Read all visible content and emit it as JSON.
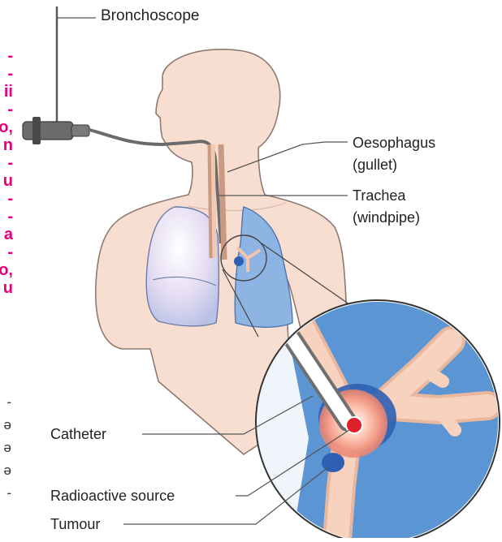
{
  "labels": {
    "bronchoscope": "Bronchoscope",
    "oesophagus": "Oesophagus",
    "gullet": "(gullet)",
    "trachea": "Trachea",
    "windpipe": "(windpipe)",
    "catheter": "Catheter",
    "radioactive_source": "Radioactive source",
    "tumour": "Tumour"
  },
  "side_text": {
    "pink": [
      "-",
      "-",
      "ii",
      "-",
      "o,",
      "n",
      "-",
      "u",
      "-",
      "-",
      "a",
      "-",
      "o,",
      "u"
    ],
    "gray": [
      "-",
      "ə",
      "ə",
      "ə",
      "-"
    ]
  },
  "colors": {
    "skin": "#f8ded0",
    "skin_outline": "#8c7a72",
    "lung": "#8db4e2",
    "lung_left": "#dcd2ee",
    "zoom_fill": "#5b95d3",
    "bronchi": "#f5c6ad",
    "tumour": "#2f5fb3",
    "source": "#e0202a",
    "pink_text": "#e6007e"
  }
}
